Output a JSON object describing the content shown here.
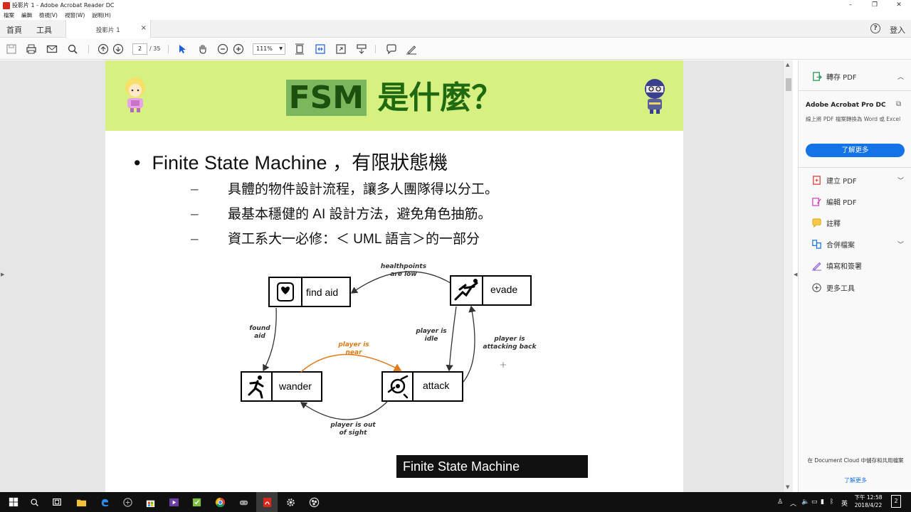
{
  "window": {
    "title": "投影片 1 - Adobe Acrobat Reader DC",
    "controls": [
      "–",
      "❐",
      "✕"
    ]
  },
  "menu": [
    "檔案",
    "編輯",
    "檢視(V)",
    "視窗(W)",
    "說明(H)"
  ],
  "tabs": {
    "home": "首頁",
    "tools": "工具",
    "document": "投影片 1",
    "close": "×",
    "help": "?",
    "login": "登入"
  },
  "toolbar": {
    "page_current": "2",
    "page_total": "/ 35",
    "zoom": "111%",
    "icons": [
      "save-icon",
      "print-icon",
      "email-icon",
      "search-icon",
      "page-up-icon",
      "page-down-icon",
      "select-cursor-icon",
      "hand-icon",
      "zoom-out-icon",
      "zoom-in-icon",
      "fit-page-icon",
      "fit-width-icon",
      "fullscreen-icon",
      "scroll-mode-icon",
      "comment-icon",
      "sign-icon"
    ]
  },
  "slide": {
    "title_hl": "FSM",
    "title_rest": " 是什麼？",
    "bullet": "Finite State Machine ，有限狀態機",
    "subs": [
      "具體的物件設計流程，讓多人團隊得以分工。",
      "最基本穩健的 AI 設計方法，避免角色抽筋。",
      "資工系大一必修：＜ UML 語言＞的一部分"
    ],
    "dash": "–",
    "diagram": {
      "states": {
        "find_aid": "find aid",
        "evade": "evade",
        "wander": "wander",
        "attack": "attack"
      },
      "labels": {
        "hp_low_1": "healthpoints",
        "hp_low_2": "are low",
        "found_1": "found",
        "found_2": "aid",
        "idle_1": "player is",
        "idle_2": "idle",
        "back_1": "player is",
        "back_2": "attacking back",
        "near_1": "player is",
        "near_2": "near",
        "sight_1": "player is out",
        "sight_2": "of sight"
      }
    },
    "caption": "Finite State Machine",
    "colors": {
      "banner": "#d6f082",
      "title": "#1f6a10",
      "highlight": "#7bb85d",
      "arrow_near": "#e07b1a"
    }
  },
  "right_pane": {
    "export": "轉存 PDF",
    "acro_title": "Adobe Acrobat Pro DC",
    "acro_desc": "線上將 PDF 檔案轉換為 Word 或 Excel",
    "learn_more": "了解更多",
    "items": [
      "建立 PDF",
      "編輯 PDF",
      "註釋",
      "合併檔案",
      "填寫和簽署",
      "更多工具"
    ],
    "footer": "在 Document Cloud 中儲存和共用檔案",
    "footer_link": "了解更多"
  },
  "taskbar": {
    "time": "下午 12:58",
    "date": "2018/4/22",
    "lang": "英",
    "notif": "2"
  }
}
